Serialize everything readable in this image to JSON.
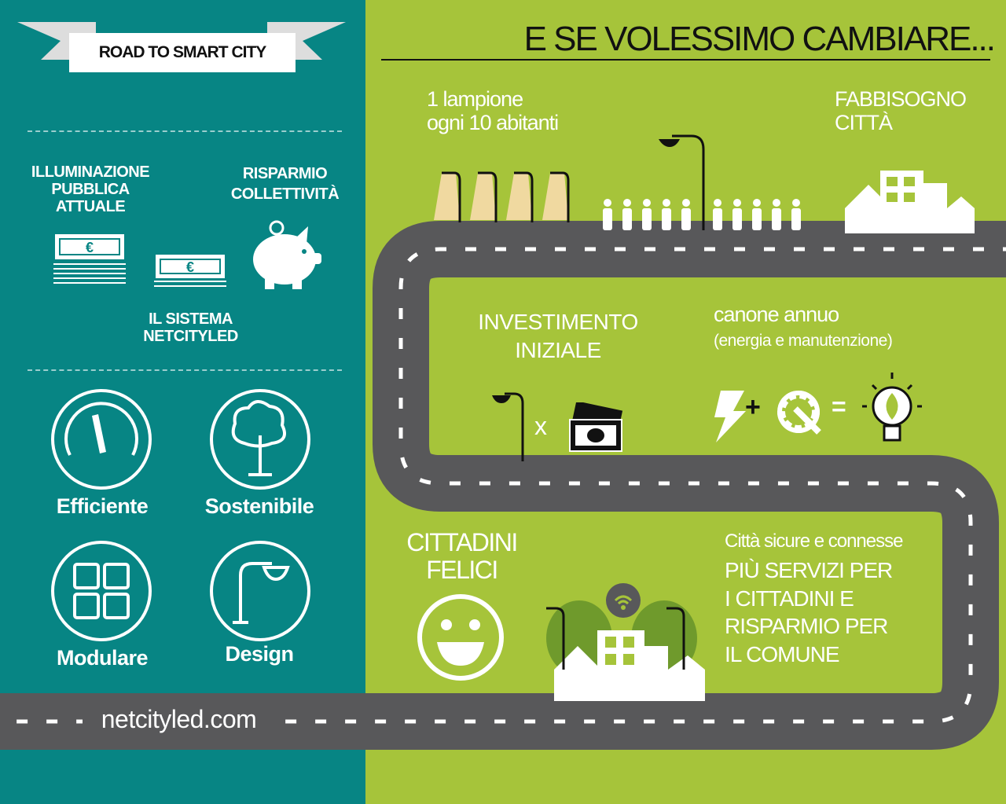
{
  "banner": "ROAD TO SMART CITY",
  "headline": "E SE VOLESSIMO CAMBIARE...",
  "left": {
    "illuminazione": [
      "ILLUMINAZIONE",
      "PUBBLICA",
      "ATTUALE"
    ],
    "risparmio": [
      "RISPARMIO",
      "COLLETTIVITÀ"
    ],
    "sistema": [
      "IL SISTEMA",
      "NETCITYLED"
    ],
    "features": [
      "Efficiente",
      "Sostenibile",
      "Modulare",
      "Design"
    ],
    "currency": "€"
  },
  "top": {
    "lampione": [
      "1 lampione",
      "ogni 10 abitanti"
    ],
    "fabbisogno": [
      "FABBISOGNO",
      "CITTÀ"
    ]
  },
  "middle": {
    "investimento": [
      "INVESTIMENTO",
      "INIZIALE"
    ],
    "times": "x",
    "canone": "canone annuo",
    "canone_sub": "(energia e manutenzione)",
    "plus": "+",
    "equals": "="
  },
  "bottom": {
    "cittadini": [
      "CITTADINI",
      "FELICI"
    ],
    "citta_sicure": "Città sicure e connesse",
    "servizi": [
      "PIÙ SERVIZI  PER",
      "I CITTADINI E",
      "RISPARMIO PER",
      "IL COMUNE"
    ]
  },
  "website": "netcityled.com",
  "colors": {
    "teal": "#078584",
    "green": "#a6c43a",
    "road": "#58585a"
  }
}
